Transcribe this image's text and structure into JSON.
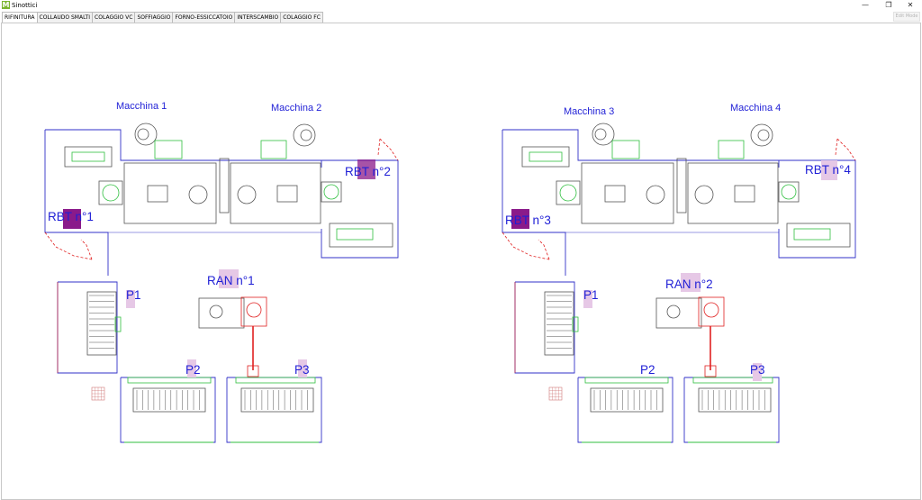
{
  "window": {
    "title": "Sinottici",
    "app_icon_letter": "M",
    "minimize_glyph": "—",
    "restore_glyph": "❐",
    "close_glyph": "✕"
  },
  "tabs": [
    {
      "label": "RIFINITURA",
      "active": true
    },
    {
      "label": "COLLAUDO SMALTI",
      "active": false
    },
    {
      "label": "COLAGGIO VC",
      "active": false
    },
    {
      "label": "SOFFIAGGIO",
      "active": false
    },
    {
      "label": "FORNO-ESSICCATOIO",
      "active": false
    },
    {
      "label": "INTERSCAMBIO",
      "active": false
    },
    {
      "label": "COLAGGIO FC",
      "active": false
    }
  ],
  "edit_mode_label": "Edit Mode",
  "synoptic": {
    "line_color": "#3232c8",
    "equipment_color": "#555555",
    "robot_color": "#e02020",
    "highlight_color": "#e6c8e6",
    "selected_color": "#8a1a8a",
    "machines": [
      {
        "label": "Macchina 1"
      },
      {
        "label": "Macchina 2"
      },
      {
        "label": "Macchina 3"
      },
      {
        "label": "Macchina 4"
      }
    ],
    "robots": [
      {
        "label": "RBT n°1",
        "selected": true
      },
      {
        "label": "RBT n°2",
        "selected": true
      },
      {
        "label": "RBT n°3",
        "selected": true
      },
      {
        "label": "RBT n°4",
        "selected": false
      }
    ],
    "ran": [
      {
        "label": "RAN n°1"
      },
      {
        "label": "RAN n°2"
      }
    ],
    "positions_left": [
      {
        "label": "P1"
      },
      {
        "label": "P2"
      },
      {
        "label": "P3"
      }
    ],
    "positions_right": [
      {
        "label": "P1"
      },
      {
        "label": "P2"
      },
      {
        "label": "P3"
      }
    ]
  }
}
